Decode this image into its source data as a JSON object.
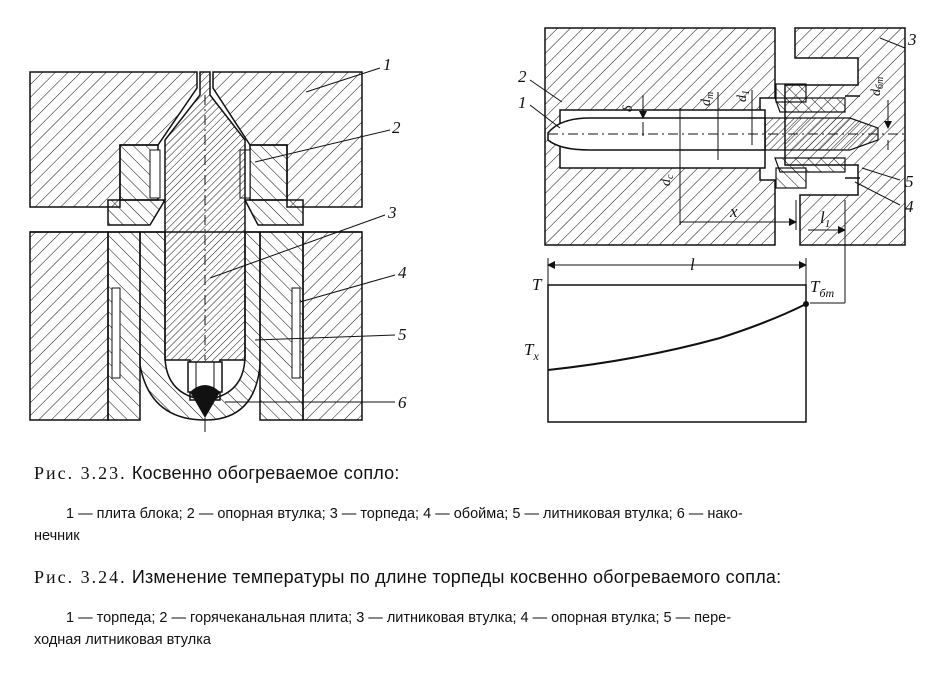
{
  "fig323": {
    "labels": [
      "1",
      "2",
      "3",
      "4",
      "5",
      "6"
    ]
  },
  "fig324": {
    "part_labels": [
      "1",
      "2",
      "3",
      "4",
      "5"
    ],
    "dim": {
      "delta": "δ",
      "d_t": "d",
      "d_t_sub": "т",
      "d1": "d",
      "d1_sub": "1",
      "d_bt": "d",
      "d_bt_sub": "бт",
      "d_c": "d",
      "d_c_sub": "c",
      "x": "x",
      "l1": "l",
      "l1_sub": "1"
    },
    "graph": {
      "l": "l",
      "T": "T",
      "Tx": "T",
      "Tx_sub": "x",
      "Tbt": "T",
      "Tbt_sub": "бт"
    }
  },
  "captions": {
    "c1": {
      "fig_no": "Рис. 3.23.",
      "title": "Косвенно обогреваемое сопло:",
      "line1": "1 — плита блока; 2 — опорная втулка; 3 — торпеда; 4 — обойма; 5 — литниковая втулка; 6 — нако-",
      "line2": "нечник"
    },
    "c2": {
      "fig_no": "Рис. 3.24.",
      "title": "Изменение температуры по длине торпеды косвенно обогреваемого сопла:",
      "line1": "1 — торпеда; 2 — горячеканальная плита; 3 — литниковая втулка; 4 — опорная втулка; 5 — пере-",
      "line2": "ходная литниковая втулка"
    }
  },
  "colors": {
    "ink": "#111111",
    "paper": "#ffffff"
  }
}
